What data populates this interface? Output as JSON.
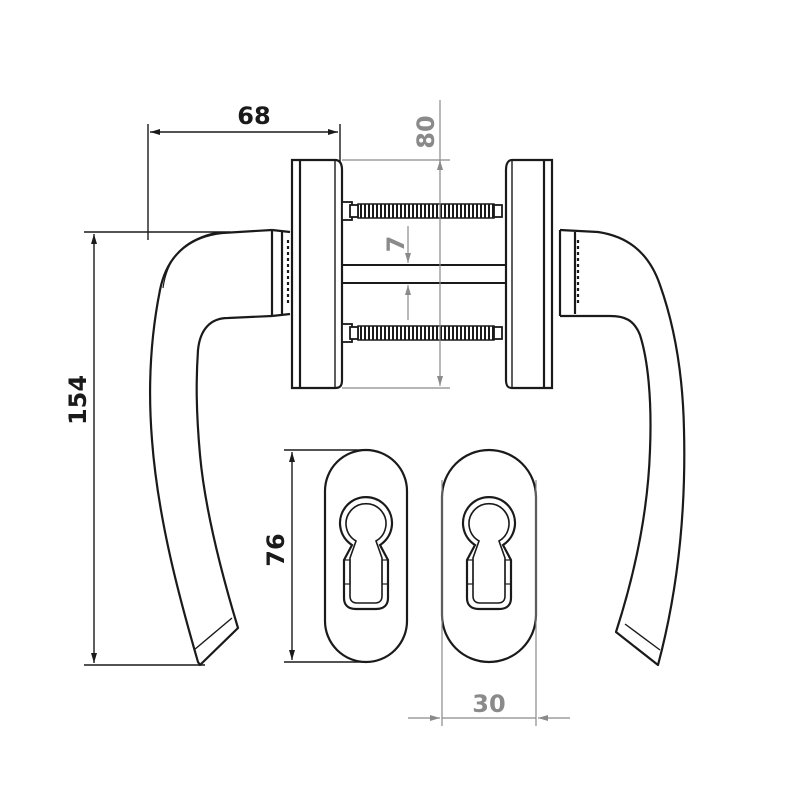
{
  "colors": {
    "outline": "#1a1a1a",
    "dimension_dark": "#1a1a1a",
    "dimension_gray": "#8a8a8a",
    "background": "#ffffff"
  },
  "dimensions": {
    "handle_projection": "68",
    "handle_height": "154",
    "spindle_length": "80",
    "spindle_size": "7",
    "escutcheon_height": "76",
    "escutcheon_width": "30"
  }
}
